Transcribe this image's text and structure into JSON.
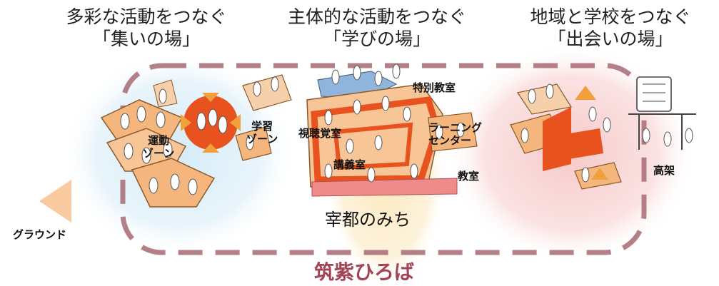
{
  "headings": [
    {
      "line1": "多彩な活動をつなぐ",
      "line2": "「集いの場」"
    },
    {
      "line1": "主体的な活動をつなぐ",
      "line2": "「学びの場」"
    },
    {
      "line1": "地域と学校をつなぐ",
      "line2": "「出会いの場」"
    }
  ],
  "zone_labels": {
    "sports_zone": [
      "運動",
      "ゾーン"
    ],
    "study_zone": [
      "学習",
      "ゾーン"
    ],
    "av_room": "視聴覚室",
    "special_classroom": "特別教室",
    "learning_center": [
      "ラーニング",
      "センター"
    ],
    "lecture_room": "講義室",
    "classroom": "教室",
    "elevated": "高架",
    "ground": "グラウンド"
  },
  "main_street": "宰都のみち",
  "footer_title": "筑紫ひろば",
  "colors": {
    "accent_red": "#e8521f",
    "orange_floor": "#f4a96a",
    "blue_glow": "#cfe6f5",
    "pink_glow": "#f8d3d3",
    "yellow_glow": "#fbe7b8",
    "dashed_border": "#a76a73",
    "footer_text": "#a04456"
  }
}
